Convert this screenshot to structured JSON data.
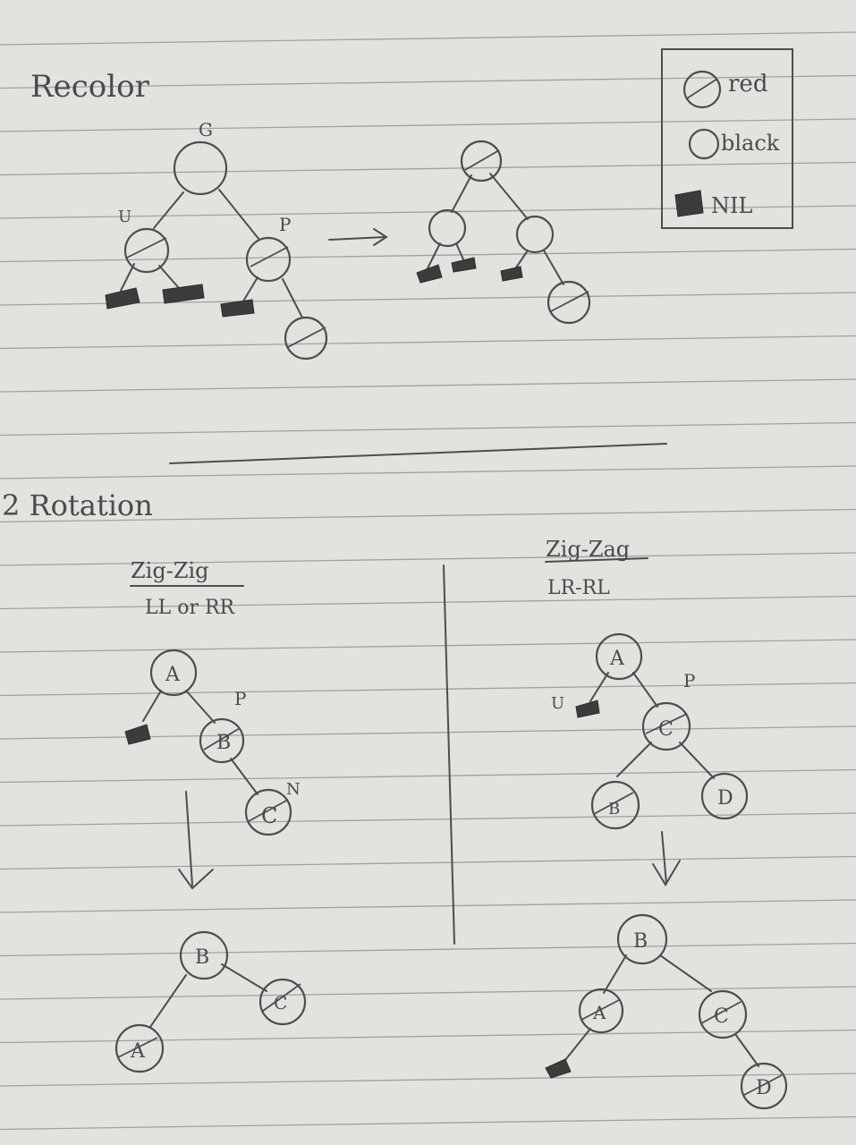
{
  "recolor": {
    "heading": "Recolor",
    "labels": {
      "g": "G",
      "u": "U",
      "p": "P"
    }
  },
  "legend": {
    "red": "red",
    "black": "black",
    "nil": "NIL"
  },
  "rotation": {
    "heading": "2 Rotation",
    "zigzig": {
      "title": "Zig-Zig",
      "subtitle": "LL or RR",
      "before": {
        "a": "A",
        "b": "B",
        "c": "C",
        "p": "P",
        "n": "N"
      },
      "after": {
        "a": "A",
        "b": "B",
        "c": "C"
      }
    },
    "zigzag": {
      "title": "Zig-Zag",
      "subtitle": "LR-RL",
      "before": {
        "a": "A",
        "b": "B",
        "c": "C",
        "d": "D",
        "u": "U",
        "p": "P"
      },
      "after": {
        "a": "A",
        "b": "B",
        "c": "C",
        "d": "D"
      }
    }
  },
  "colors": {
    "paper": "#e4e2df",
    "ink": "#4d4d4d",
    "nil_fill": "#3c3c3c"
  }
}
